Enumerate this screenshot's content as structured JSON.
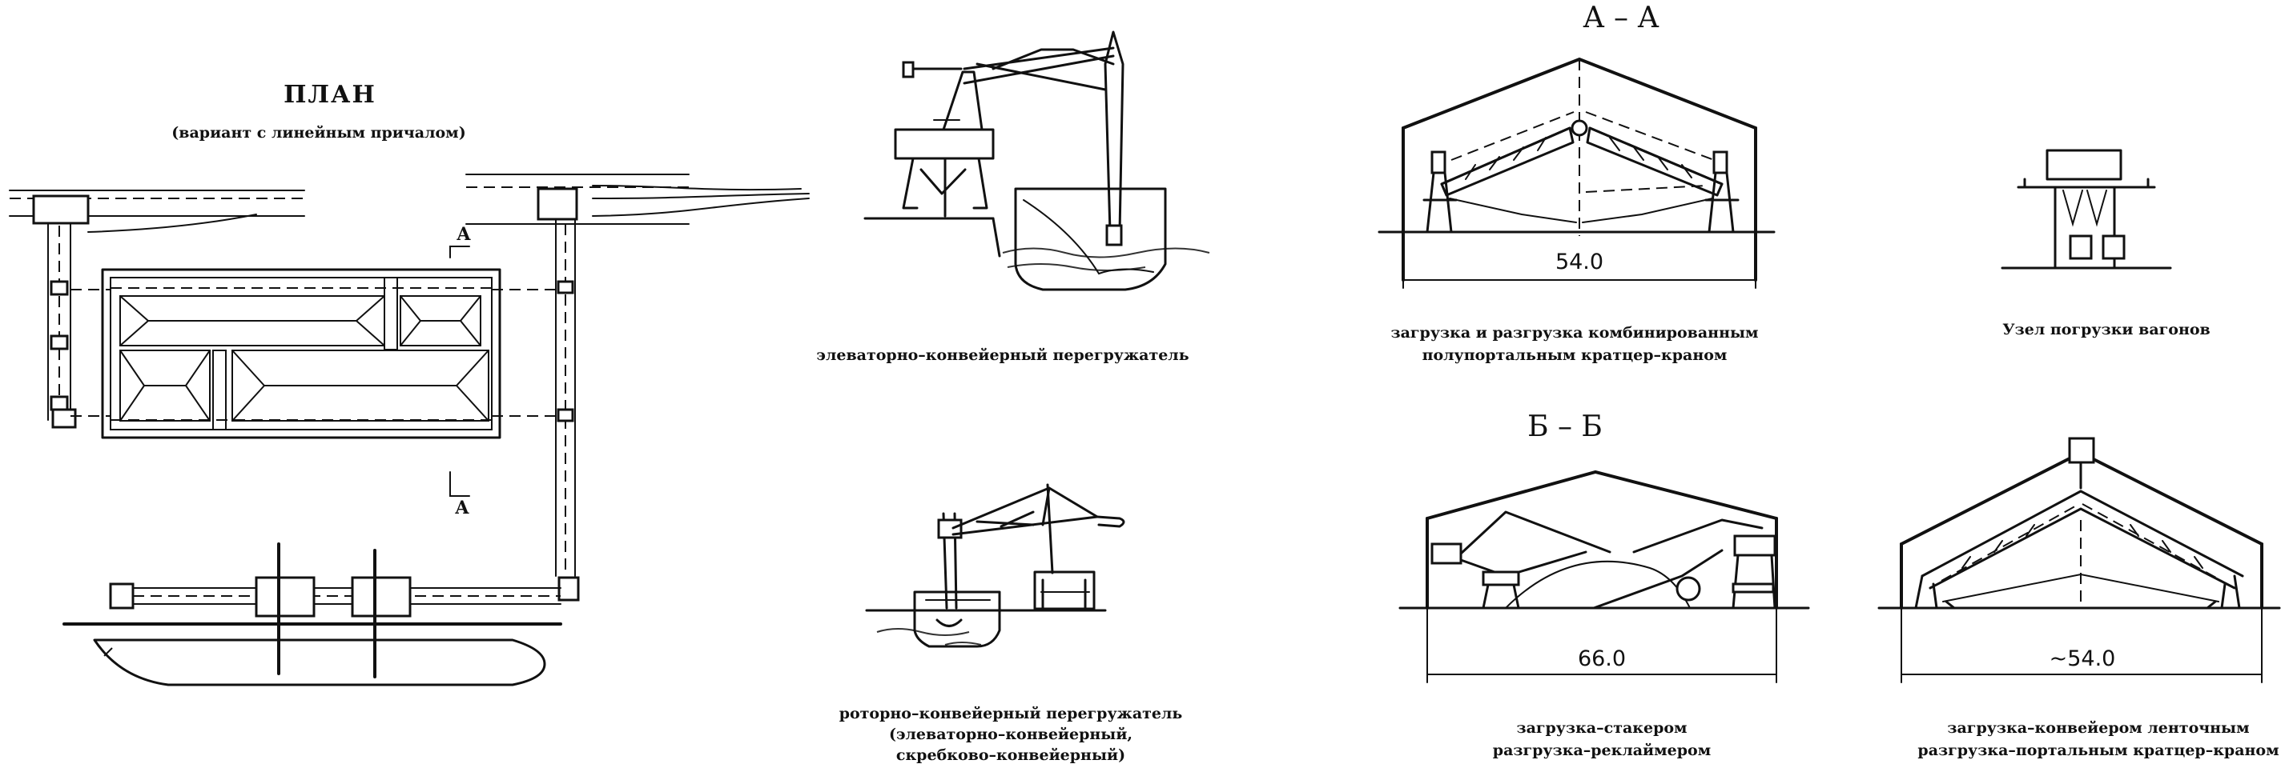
{
  "plan": {
    "title": "ПЛАН",
    "subtitle": "(вариант с линейным причалом)",
    "cut_mark": "А"
  },
  "elevator_conveyor": {
    "caption": "элеваторно–конвейерный перегружатель"
  },
  "rotor_conveyor": {
    "caption_line1": "роторно–конвейерный перегружатель",
    "caption_line2": "(элеваторно–конвейерный,",
    "caption_line3": "скребково–конвейерный)"
  },
  "section_aa": {
    "title": "А – А",
    "span": "54.0",
    "caption_line1": "загрузка и разгрузка комбинированным",
    "caption_line2": "полупортальным кратцер–краном"
  },
  "wagon_node": {
    "caption": "Узел погрузки вагонов"
  },
  "section_bb": {
    "title": "Б – Б",
    "span": "66.0",
    "caption_line1": "загрузка–стакером",
    "caption_line2": "разгрузка–реклаймером"
  },
  "section_conv": {
    "span": "~54.0",
    "caption_line1": "загрузка–конвейером ленточным",
    "caption_line2": "разгрузка–портальным кратцер–краном"
  }
}
